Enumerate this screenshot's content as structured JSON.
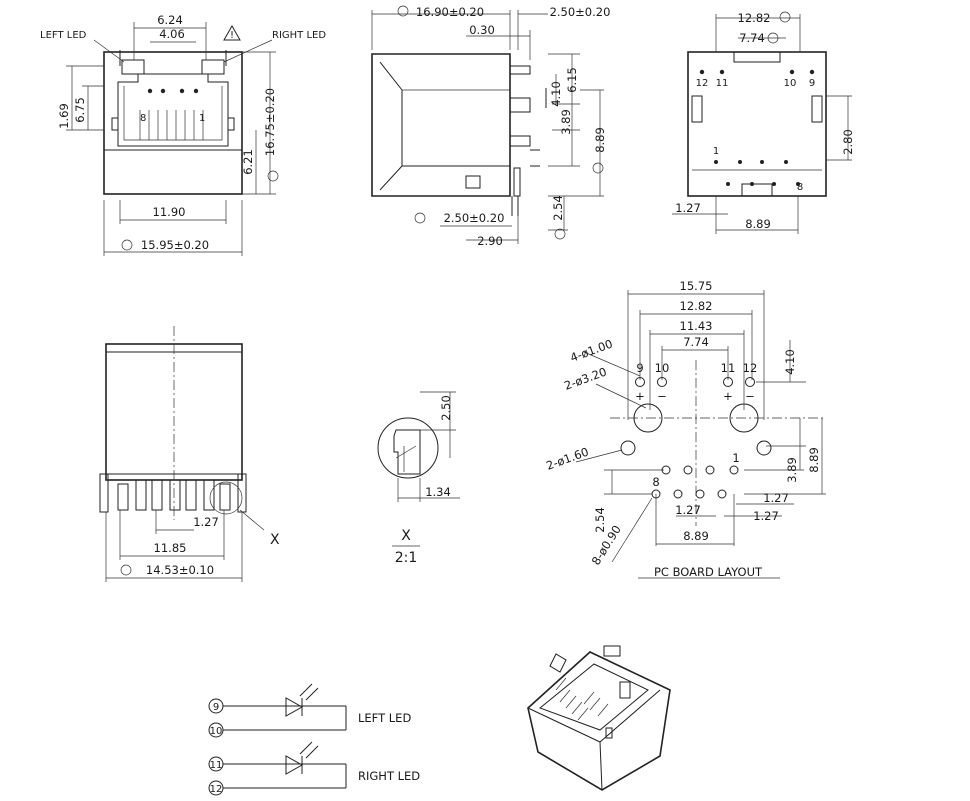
{
  "front_view": {
    "left_led": "LEFT LED",
    "right_led": "RIGHT LED",
    "w_top": "6.24",
    "w_inner": "4.06",
    "h_left_a": "1.69",
    "h_left_b": "6.75",
    "h_right": "16.75±0.20",
    "h_right_b": "6.21",
    "w_bottom_a": "11.90",
    "w_bottom_b": "15.95±0.20",
    "pin_first": "8",
    "pin_last": "1"
  },
  "side_view": {
    "length": "16.90±0.20",
    "tab": "2.50±0.20",
    "gap": "0.30",
    "h1": "6.15",
    "h2": "4.10",
    "h3": "3.89",
    "h4": "8.89",
    "pin_len": "2.54",
    "bottom_a": "2.50±0.20",
    "bottom_b": "2.90"
  },
  "bottom_view": {
    "w_outer": "12.82",
    "w_inner": "7.74",
    "pins_top": [
      "12",
      "11",
      "10",
      "9"
    ],
    "h": "2.80",
    "pitch": "1.27",
    "span": "8.89",
    "pin_1": "1",
    "pin_8": "8"
  },
  "rear_view": {
    "w_a": "1.27",
    "w_b": "11.85",
    "w_c": "14.53±0.10",
    "detail_ref": "X"
  },
  "detail_x": {
    "h": "2.50",
    "w": "1.34",
    "title": "X",
    "scale": "2:1"
  },
  "pcb_layout": {
    "title": "PC BOARD LAYOUT",
    "w1": "15.75",
    "w2": "12.82",
    "w3": "11.43",
    "w4": "7.74",
    "holes_led": "4-ø1.00",
    "holes_big": "2-ø3.20",
    "holes_mid": "2-ø1.60",
    "holes_sig": "8-ø0.90",
    "pin_9": "9",
    "pin_10": "10",
    "pin_11": "11",
    "pin_12": "12",
    "plus": "+",
    "minus": "−",
    "pin_1": "1",
    "pin_8": "8",
    "h_410": "4.10",
    "h_389": "3.89",
    "h_889": "8.89",
    "h_254": "2.54",
    "p127a": "1.27",
    "p127b": "1.27",
    "p127c": "1.27",
    "w_889": "8.89"
  },
  "led_schematic": {
    "pins_left": [
      "9",
      "10"
    ],
    "pins_right": [
      "11",
      "12"
    ],
    "left_label": "LEFT LED",
    "right_label": "RIGHT LED"
  }
}
